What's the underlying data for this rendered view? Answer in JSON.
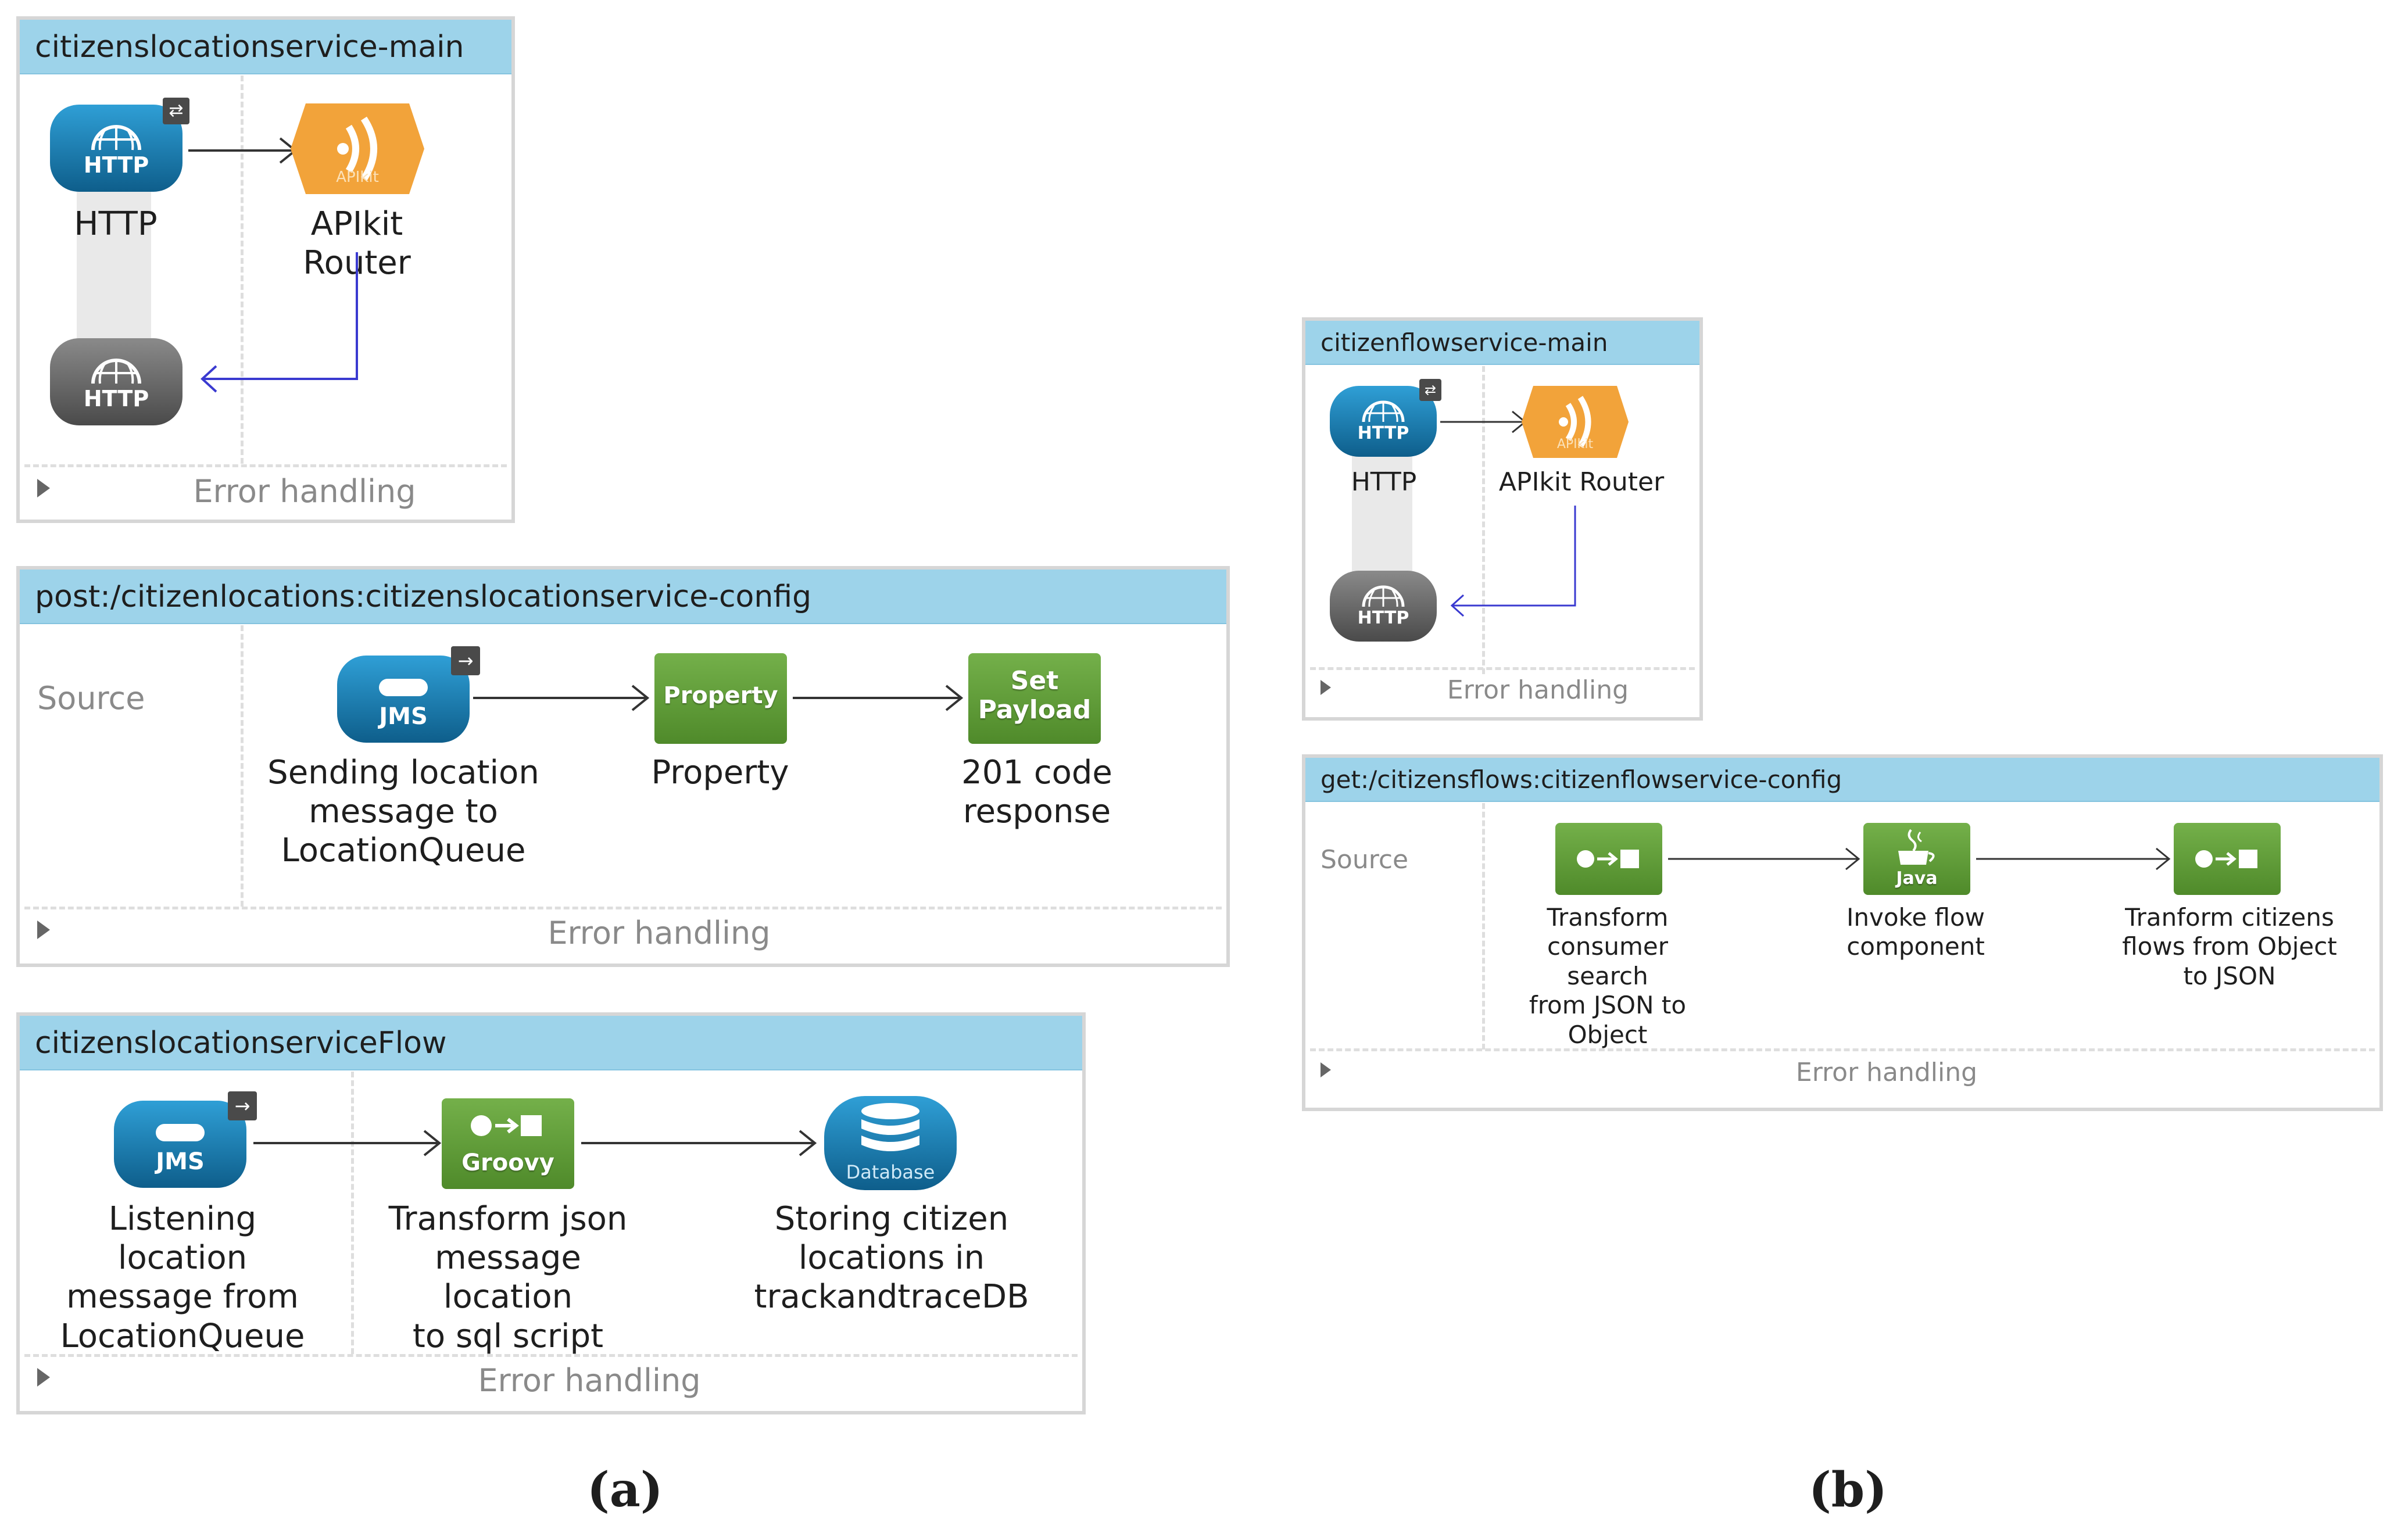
{
  "panel_a": {
    "caption": "(a)",
    "flow1": {
      "title": "citizenslocationservice-main",
      "http_icon_text": "HTTP",
      "http_label": "HTTP",
      "apikit_icon_text": "APIkit",
      "apikit_label": "APIkit Router",
      "http_out_icon_text": "HTTP",
      "error": "Error handling"
    },
    "flow2": {
      "title": "post:/citizenlocations:citizenslocationservice-config",
      "source": "Source",
      "jms_icon_text": "JMS",
      "jms_label": [
        "Sending location",
        "message to",
        "LocationQueue"
      ],
      "property_icon_text": "Property",
      "property_label": "Property",
      "setpayload_icon_text": [
        "Set",
        "Payload"
      ],
      "setpayload_label": "201 code response",
      "error": "Error handling"
    },
    "flow3": {
      "title": "citizenslocationserviceFlow",
      "jms_icon_text": "JMS",
      "jms_label": [
        "Listening location",
        "message from",
        "LocationQueue"
      ],
      "groovy_icon_text": "Groovy",
      "groovy_label": [
        "Transform json",
        "message location",
        "to sql script"
      ],
      "db_icon_text": "Database",
      "db_label": [
        "Storing citizen",
        "locations in",
        "trackandtraceDB"
      ],
      "error": "Error handling"
    }
  },
  "panel_b": {
    "caption": "(b)",
    "flow1": {
      "title": "citizenflowservice-main",
      "http_icon_text": "HTTP",
      "http_label": "HTTP",
      "apikit_icon_text": "APIkit",
      "apikit_label": "APIkit Router",
      "http_out_icon_text": "HTTP",
      "error": "Error handling"
    },
    "flow2": {
      "title": "get:/citizensflows:citizenflowservice-config",
      "source": "Source",
      "transform1_label": [
        "Transform",
        "consumer search",
        "from JSON to",
        "Object"
      ],
      "java_icon_text": "Java",
      "java_label": [
        "Invoke flow",
        "component"
      ],
      "transform2_label": [
        "Tranform citizens",
        "flows from Object",
        "to JSON"
      ],
      "error": "Error handling"
    }
  },
  "colors": {
    "title_bar": "#9dd3ea",
    "http_blue": "#1a7fb5",
    "apikit_orange": "#f2a33a",
    "transformer_green": "#5e9a36",
    "response_arrow": "#3a3ad0"
  }
}
